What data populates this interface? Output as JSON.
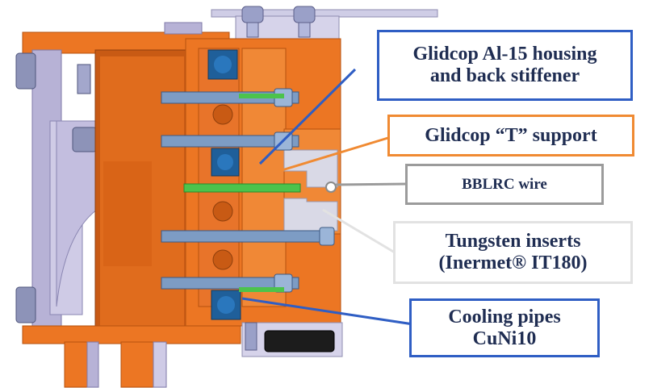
{
  "colors": {
    "copper_orange": "#ec7623",
    "copper_dark": "#c85a14",
    "steel_blue": "#7d9cc4",
    "pipe_blue": "#1f5f9a",
    "frame_lavender": "#b7b2d6",
    "tungsten_grey": "#d9d9e6",
    "wire_green": "#4cc34c",
    "callout_blue": "#2f5ec4",
    "callout_orange": "#f08a32",
    "callout_grey": "#9b9b9b",
    "callout_light": "#e2e2e2",
    "label_text": "#1f2d52"
  },
  "callouts": {
    "housing": {
      "line1": "Glidcop Al-15 housing",
      "line2": "and back stiffener"
    },
    "t_support": {
      "line1": "Glidcop “T” support"
    },
    "bblrc": {
      "line1": "BBLRC wire"
    },
    "tungsten": {
      "line1": "Tungsten inserts",
      "line2": "(Inermet® IT180)"
    },
    "cooling": {
      "line1": "Cooling pipes",
      "line2": "CuNi10"
    }
  }
}
